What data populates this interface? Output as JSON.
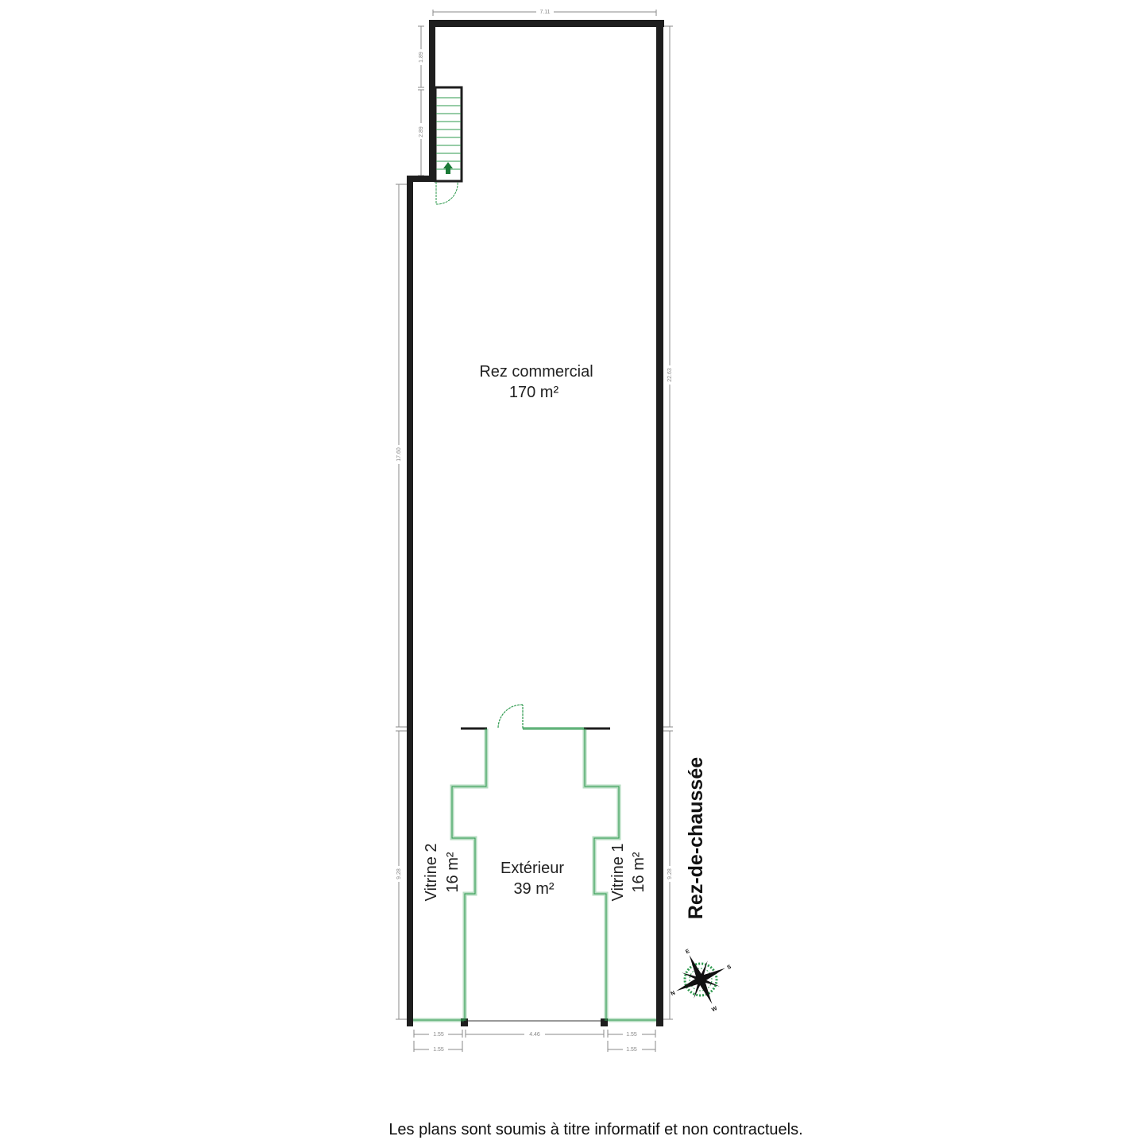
{
  "plan": {
    "level_title": "Rez-de-chaussée",
    "rooms": [
      {
        "name": "Rez commercial",
        "area": "170 m²"
      },
      {
        "name": "Extérieur",
        "area": "39 m²"
      },
      {
        "name": "Vitrine 2",
        "area": "16 m²"
      },
      {
        "name": "Vitrine 1",
        "area": "16 m²"
      }
    ],
    "dimensions": {
      "top": "7.11",
      "left_upper_1": "1.89",
      "left_upper_2": "2.89",
      "left_main": "17.60",
      "left_lower": "9.28",
      "right_main": "22.63",
      "right_lower": "9.28",
      "bottom_left_1": "1.55",
      "bottom_left_2": "1.55",
      "bottom_middle": "4.46",
      "bottom_right_1": "1.55",
      "bottom_right_2": "1.55"
    },
    "compass": {
      "n": "N",
      "e": "E",
      "s": "S",
      "w": "W"
    },
    "colors": {
      "wall": "#1e1e1e",
      "partition": "#2e9a4e",
      "dimension": "#8a8a8a"
    }
  },
  "footer": "Les plans sont soumis à titre informatif et non contractuels."
}
